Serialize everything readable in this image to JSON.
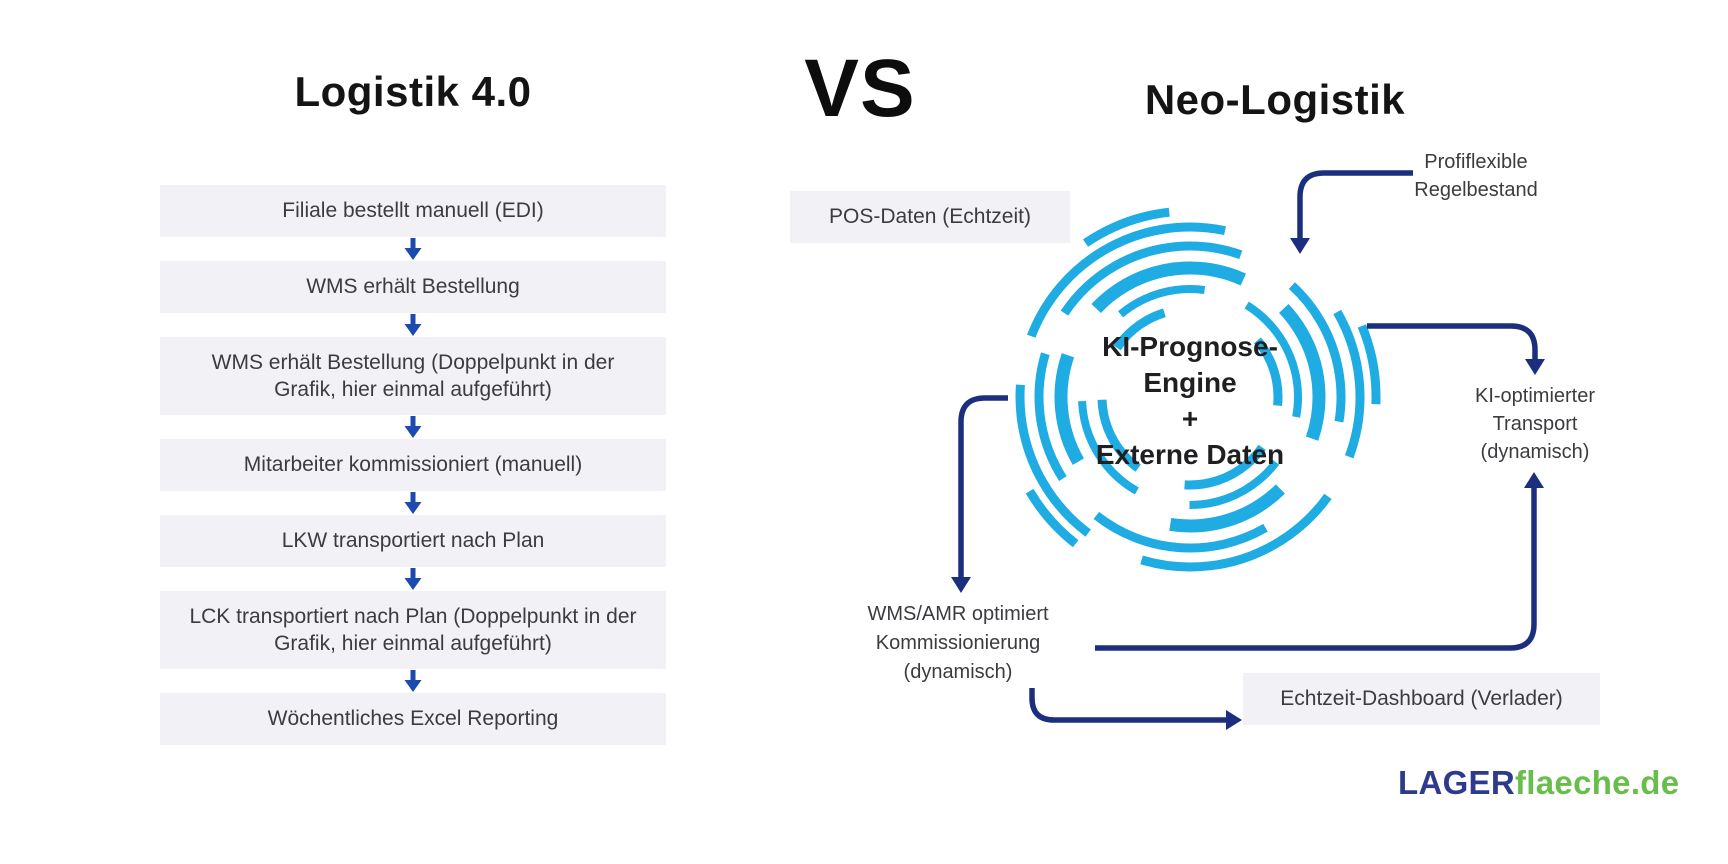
{
  "header": {
    "left_title": "Logistik 4.0",
    "vs": "VS",
    "right_title": "Neo-Logistik"
  },
  "flowchart": {
    "steps": [
      "Filiale bestellt manuell (EDI)",
      "WMS erhält Bestellung",
      "WMS erhält Bestellung (Doppelpunkt in der Grafik, hier einmal aufgeführt)",
      "Mitarbeiter kommissioniert (manuell)",
      "LKW transportiert nach Plan",
      "LCK transportiert nach Plan (Doppelpunkt in der Grafik, hier einmal aufgeführt)",
      "Wöchentliches Excel Reporting"
    ]
  },
  "neo": {
    "pos_box": "POS-Daten (Echtzeit)",
    "profiflexible": "Profiflexible Regelbestand",
    "core_line1": "KI-Prognose-",
    "core_line2": "Engine",
    "core_plus": "+",
    "core_line3": "Externe Daten",
    "ki_transport": "KI-optimierter Transport (dynamisch)",
    "wms_amr": "WMS/AMR optimiert Kommissionierung (dynamisch)",
    "dashboard_box": "Echtzeit-Dashboard (Verlader)"
  },
  "logo": {
    "part1": "LAGER",
    "part2": "flaeche.de"
  },
  "colors": {
    "accent_cyan": "#1face3",
    "connector_navy": "#1b2f7e",
    "flow_arrow_blue": "#1c4aae",
    "box_background": "#f1f1f6",
    "logo_navy": "#2e3b8c",
    "logo_green": "#68be4a"
  }
}
